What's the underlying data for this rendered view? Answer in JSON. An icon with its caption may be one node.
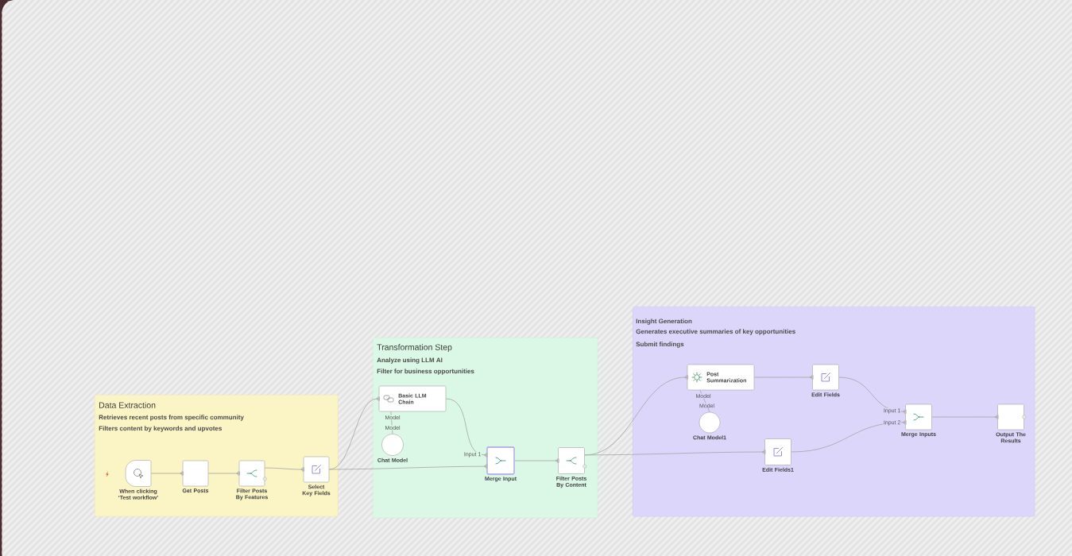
{
  "diagram": {
    "nodes": [
      {
        "text": [
          "Data Extraction",
          "Retrieves recent posts from specific community",
          "Filters content by keywords and upvotes"
        ]
      },
      {
        "text": [
          "When clicking ‘Test workflow’"
        ],
        "in": 0
      },
      {
        "text": [
          "Get Posts"
        ],
        "in": 0
      },
      {
        "text": [
          "Filter Posts By Features"
        ],
        "in": 0
      },
      {
        "text": [
          "Select Key Fields"
        ],
        "in": 0
      },
      {
        "text": [
          "Transformation Step",
          "Analyze using LLM AI",
          "Filter for business opportunities"
        ]
      },
      {
        "text": [
          "Basic LLM Chain"
        ],
        "in": 5
      },
      {
        "text": [
          "Chat Model"
        ],
        "in": 5
      },
      {
        "text": [
          "Merge Input"
        ],
        "in": 5
      },
      {
        "text": [
          "Filter Posts By Content"
        ],
        "in": 5
      },
      {
        "text": [
          "Insight Generation",
          "Generates executive summaries of key opportunities",
          "Submit findings"
        ]
      },
      {
        "text": [
          "Post Summarization"
        ],
        "in": 10
      },
      {
        "text": [
          "Chat Model1"
        ],
        "in": 10
      },
      {
        "text": [
          "Edit Fields"
        ],
        "in": 10
      },
      {
        "text": [
          "Edit Fields1"
        ],
        "in": 10
      },
      {
        "text": [
          "Merge Inputs"
        ],
        "in": 10
      },
      {
        "text": [
          "Output The Results"
        ],
        "in": 10
      }
    ],
    "edges": [
      {
        "from": 1,
        "to": 2,
        "arrow": "to"
      },
      {
        "from": 2,
        "to": 3,
        "arrow": "to"
      },
      {
        "from": 3,
        "to": 4,
        "arrow": "to"
      },
      {
        "from": 4,
        "to": 6,
        "arrow": "to"
      },
      {
        "from": 4,
        "to": 8,
        "arrow": "to"
      },
      {
        "from": 6,
        "to": 8,
        "arrow": "to"
      },
      {
        "from": 7,
        "to": 6,
        "arrow": "none"
      },
      {
        "from": 8,
        "to": 9,
        "arrow": "to"
      },
      {
        "from": 9,
        "to": 11,
        "arrow": "to"
      },
      {
        "from": 9,
        "to": 14,
        "arrow": "to"
      },
      {
        "from": 11,
        "to": 13,
        "arrow": "to"
      },
      {
        "from": 12,
        "to": 11,
        "arrow": "none"
      },
      {
        "from": 13,
        "to": 15,
        "arrow": "to"
      },
      {
        "from": 14,
        "to": 15,
        "arrow": "to"
      },
      {
        "from": 15,
        "to": 16,
        "arrow": "to"
      }
    ],
    "labels": [
      "Model",
      "Model",
      "Input 1",
      "Model",
      "Model",
      "Input 1",
      "Input 2"
    ]
  }
}
